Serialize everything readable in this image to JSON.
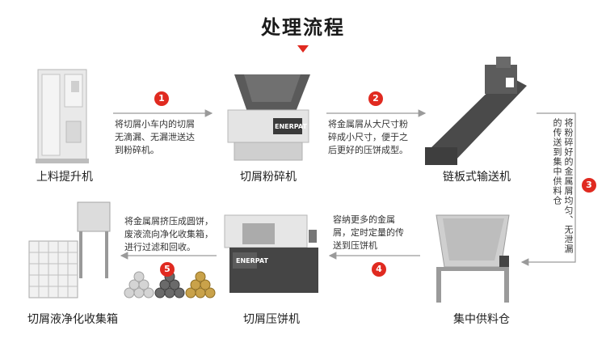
{
  "title": "处理流程",
  "steps": [
    {
      "name": "上料提升机"
    },
    {
      "name": "切屑粉碎机"
    },
    {
      "name": "链板式输送机"
    },
    {
      "name": "集中供料仓"
    },
    {
      "name": "切屑压饼机"
    },
    {
      "name": "切屑液净化收集箱"
    }
  ],
  "transitions": [
    {
      "number": "1",
      "text_lines": [
        "将切屑小车内的切屑",
        "无滴漏、无漏泄送达",
        "到粉碎机。"
      ]
    },
    {
      "number": "2",
      "text_lines": [
        "将金属屑从大尺寸粉",
        "碎成小尺寸，便于之",
        "后更好的压饼成型。"
      ]
    },
    {
      "number": "3",
      "text_lines": [
        "将粉碎好的金属屑均匀、无泄漏",
        "的传送到集中供料仓"
      ]
    },
    {
      "number": "4",
      "text_lines": [
        "容纳更多的金属",
        "屑，定时定量的传",
        "送到压饼机"
      ]
    },
    {
      "number": "5",
      "text_lines": [
        "将金属屑挤压成圆饼，",
        "废液流向净化收集箱，",
        "进行过滤和回收。"
      ]
    }
  ],
  "brand": "ENERPAT",
  "colors": {
    "accent": "#e02a20",
    "arrow": "#9a9a9a",
    "machine_dark": "#505050",
    "machine_light": "#dcdcdc"
  }
}
